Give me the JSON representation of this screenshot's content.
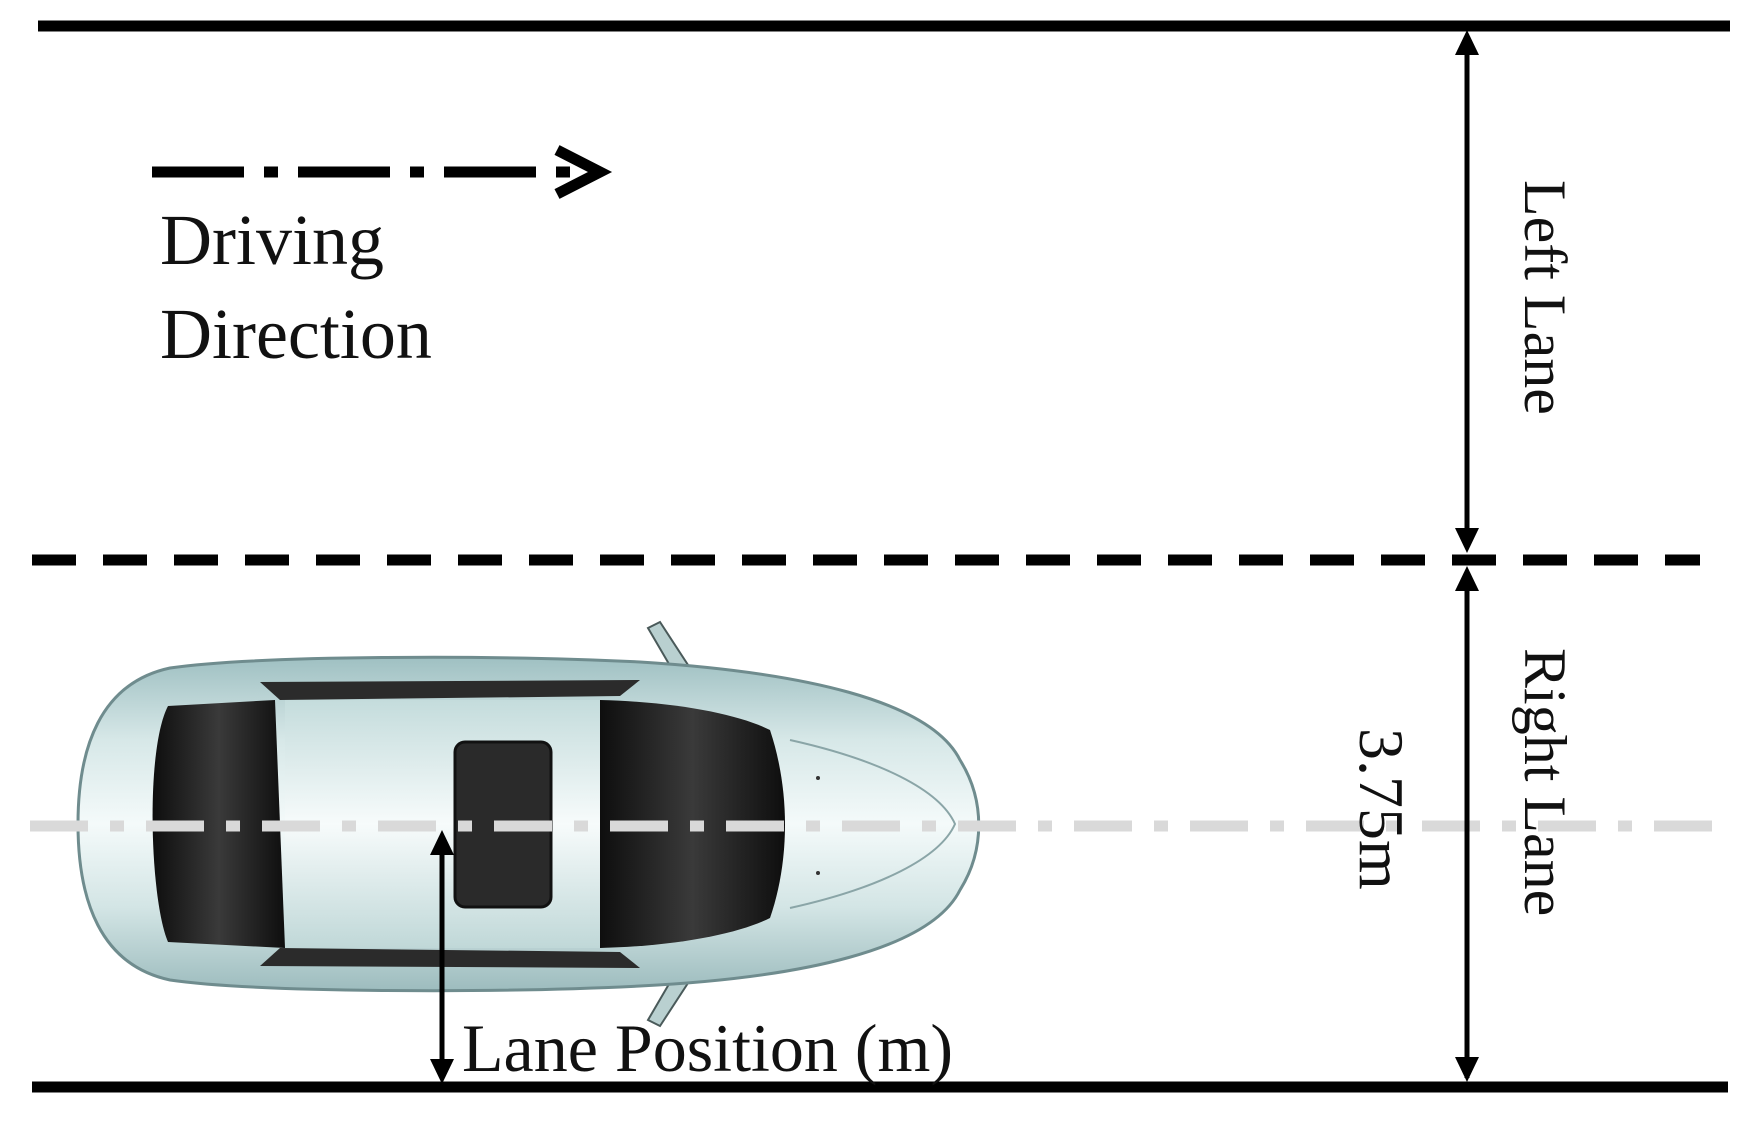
{
  "labels": {
    "driving_direction": [
      "Driving",
      "Direction"
    ],
    "left_lane": "Left Lane",
    "right_lane": "Right Lane",
    "lane_width": "3.75m",
    "lane_position": "Lane Position (m)"
  },
  "colors": {
    "line": "#000000",
    "centerline": "#d9d9d9",
    "car_body": "#c8dada",
    "car_glass": "#1b1b1b"
  },
  "icons": {
    "car": "car-top-view-icon"
  }
}
